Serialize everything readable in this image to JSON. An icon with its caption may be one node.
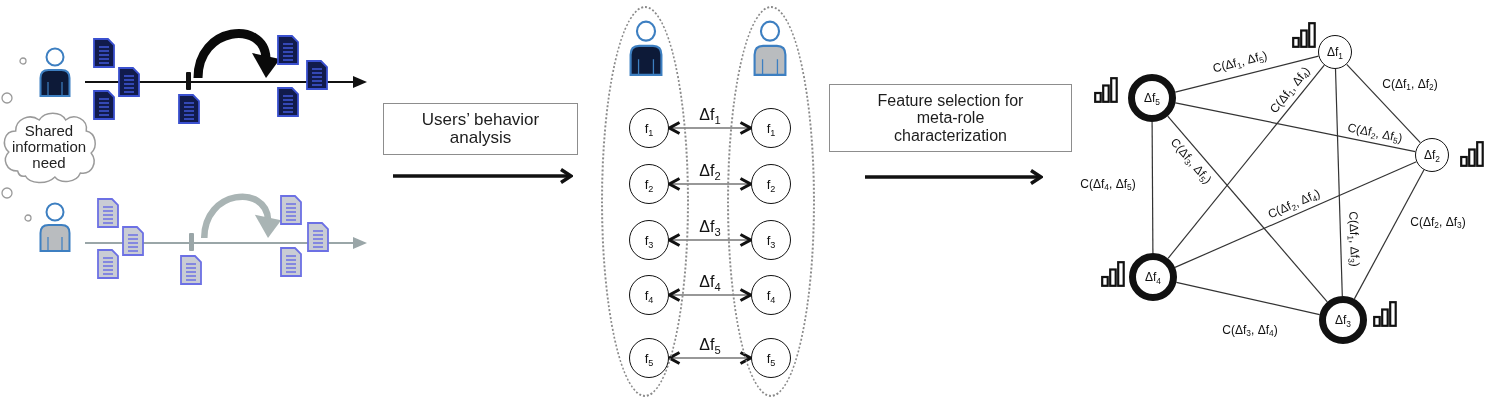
{
  "diagram": {
    "nodes": [
      {
        "text": [
          "Shared information need"
        ]
      },
      {
        "text": [
          "Users’ behavior analysis"
        ]
      },
      {
        "text": [],
        "shape": "ellipse"
      },
      {
        "text": [
          "f$_{1}$"
        ],
        "in": 2
      },
      {
        "text": [
          "f$_{2}$"
        ],
        "in": 2
      },
      {
        "text": [
          "f$_{3}$"
        ],
        "in": 2
      },
      {
        "text": [
          "f$_{4}$"
        ],
        "in": 2
      },
      {
        "text": [
          "f$_{5}$"
        ],
        "in": 2
      },
      {
        "text": [],
        "shape": "ellipse"
      },
      {
        "text": [
          "f$_{1}$"
        ],
        "in": 8
      },
      {
        "text": [
          "f$_{2}$"
        ],
        "in": 8
      },
      {
        "text": [
          "f$_{3}$"
        ],
        "in": 8
      },
      {
        "text": [
          "f$_{4}$"
        ],
        "in": 8
      },
      {
        "text": [
          "f$_{5}$"
        ],
        "in": 8
      },
      {
        "text": [
          "Feature selection for meta-role characterization"
        ]
      },
      {
        "text": [
          "Δf$_{1}$"
        ]
      },
      {
        "text": [
          "Δf$_{2}$"
        ]
      },
      {
        "text": [
          "Δf$_{3}$"
        ]
      },
      {
        "text": [
          "Δf$_{4}$"
        ]
      },
      {
        "text": [
          "Δf$_{5}$"
        ]
      }
    ],
    "edges": [
      {
        "from": 3,
        "to": 9,
        "arrow": "both",
        "label": "Δf$_{1}$"
      },
      {
        "from": 4,
        "to": 10,
        "arrow": "both",
        "label": "Δf$_{2}$"
      },
      {
        "from": 5,
        "to": 11,
        "arrow": "both",
        "label": "Δf$_{3}$"
      },
      {
        "from": 6,
        "to": 12,
        "arrow": "both",
        "label": "Δf$_{4}$"
      },
      {
        "from": 7,
        "to": 13,
        "arrow": "both",
        "label": "Δf$_{5}$"
      },
      {
        "from": 19,
        "to": 15,
        "arrow": "none",
        "label": "C(Δf$_{1}$, Δf$_{5}$)"
      },
      {
        "from": 15,
        "to": 16,
        "arrow": "none",
        "label": "C(Δf$_{1}$, Δf$_{2}$)"
      },
      {
        "from": 15,
        "to": 18,
        "arrow": "none",
        "label": "C(Δf$_{1}$, Δf$_{4}$)"
      },
      {
        "from": 19,
        "to": 16,
        "arrow": "none",
        "label": "C(Δf$_{2}$, Δf$_{5}$)"
      },
      {
        "from": 19,
        "to": 17,
        "arrow": "none",
        "label": "C(Δf$_{3}$, Δf$_{5}$)"
      },
      {
        "from": 19,
        "to": 18,
        "arrow": "none",
        "label": "C(Δf$_{4}$, Δf$_{5}$)"
      },
      {
        "from": 18,
        "to": 16,
        "arrow": "none",
        "label": "C(Δf$_{2}$, Δf$_{4}$)"
      },
      {
        "from": 15,
        "to": 17,
        "arrow": "none",
        "label": "C(Δf$_{1}$, Δf$_{3}$)"
      },
      {
        "from": 16,
        "to": 17,
        "arrow": "none",
        "label": "C(Δf$_{2}$, Δf$_{3}$)"
      },
      {
        "from": 18,
        "to": 17,
        "arrow": "none",
        "label": "C(Δf$_{3}$, Δf$_{4}$)"
      }
    ]
  }
}
